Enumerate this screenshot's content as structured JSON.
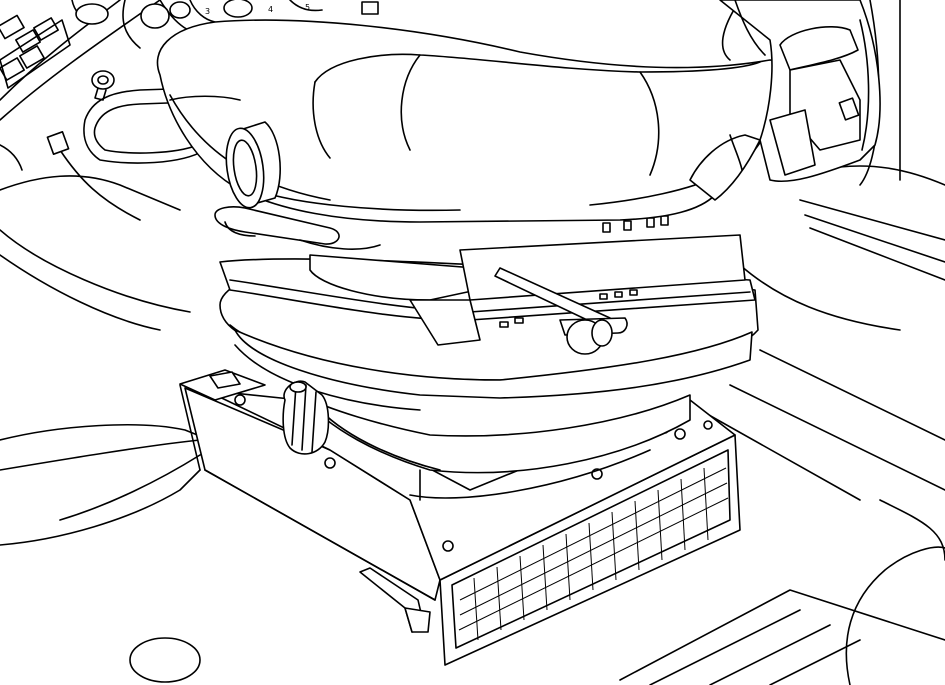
{
  "illustration": {
    "dial_labels": [
      "3",
      "4",
      "5"
    ],
    "colors": {
      "line": "#000000",
      "background": "#ffffff"
    },
    "icons": [
      "ignition-key-icon",
      "seatbelt-buckle-icon",
      "weight-adjust-knob-icon",
      "height-adjust-lever-icon"
    ]
  }
}
